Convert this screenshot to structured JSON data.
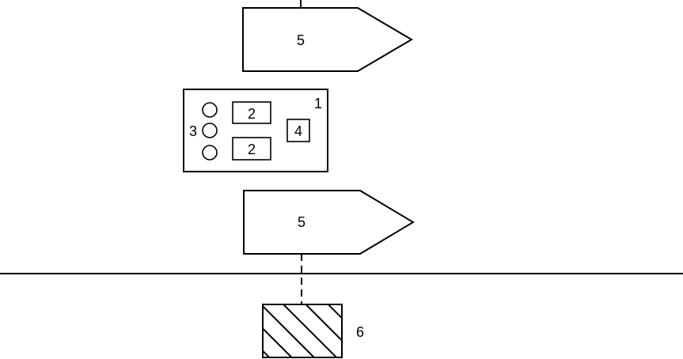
{
  "labels": {
    "upper_pentagon": "5",
    "lower_pentagon": "5",
    "board": "1",
    "top_rect": "2",
    "bottom_rect": "2",
    "circles": "3",
    "small_square": "4",
    "hatched_block": "6"
  }
}
